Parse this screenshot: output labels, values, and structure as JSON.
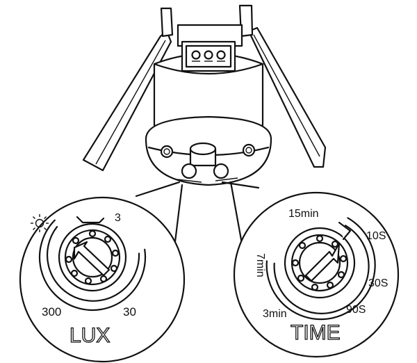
{
  "lux_dial": {
    "title": "LUX",
    "marks": {
      "top": "3",
      "bottom_left": "300",
      "bottom_right": "30"
    },
    "icon": "sun-icon"
  },
  "time_dial": {
    "title": "TIME",
    "marks": {
      "top": "15min",
      "upper_right": "10S",
      "left": "7min",
      "right": "30S",
      "bottom_left": "3min",
      "bottom_right": "90S"
    }
  },
  "colors": {
    "line": "#111111",
    "background": "#ffffff"
  }
}
